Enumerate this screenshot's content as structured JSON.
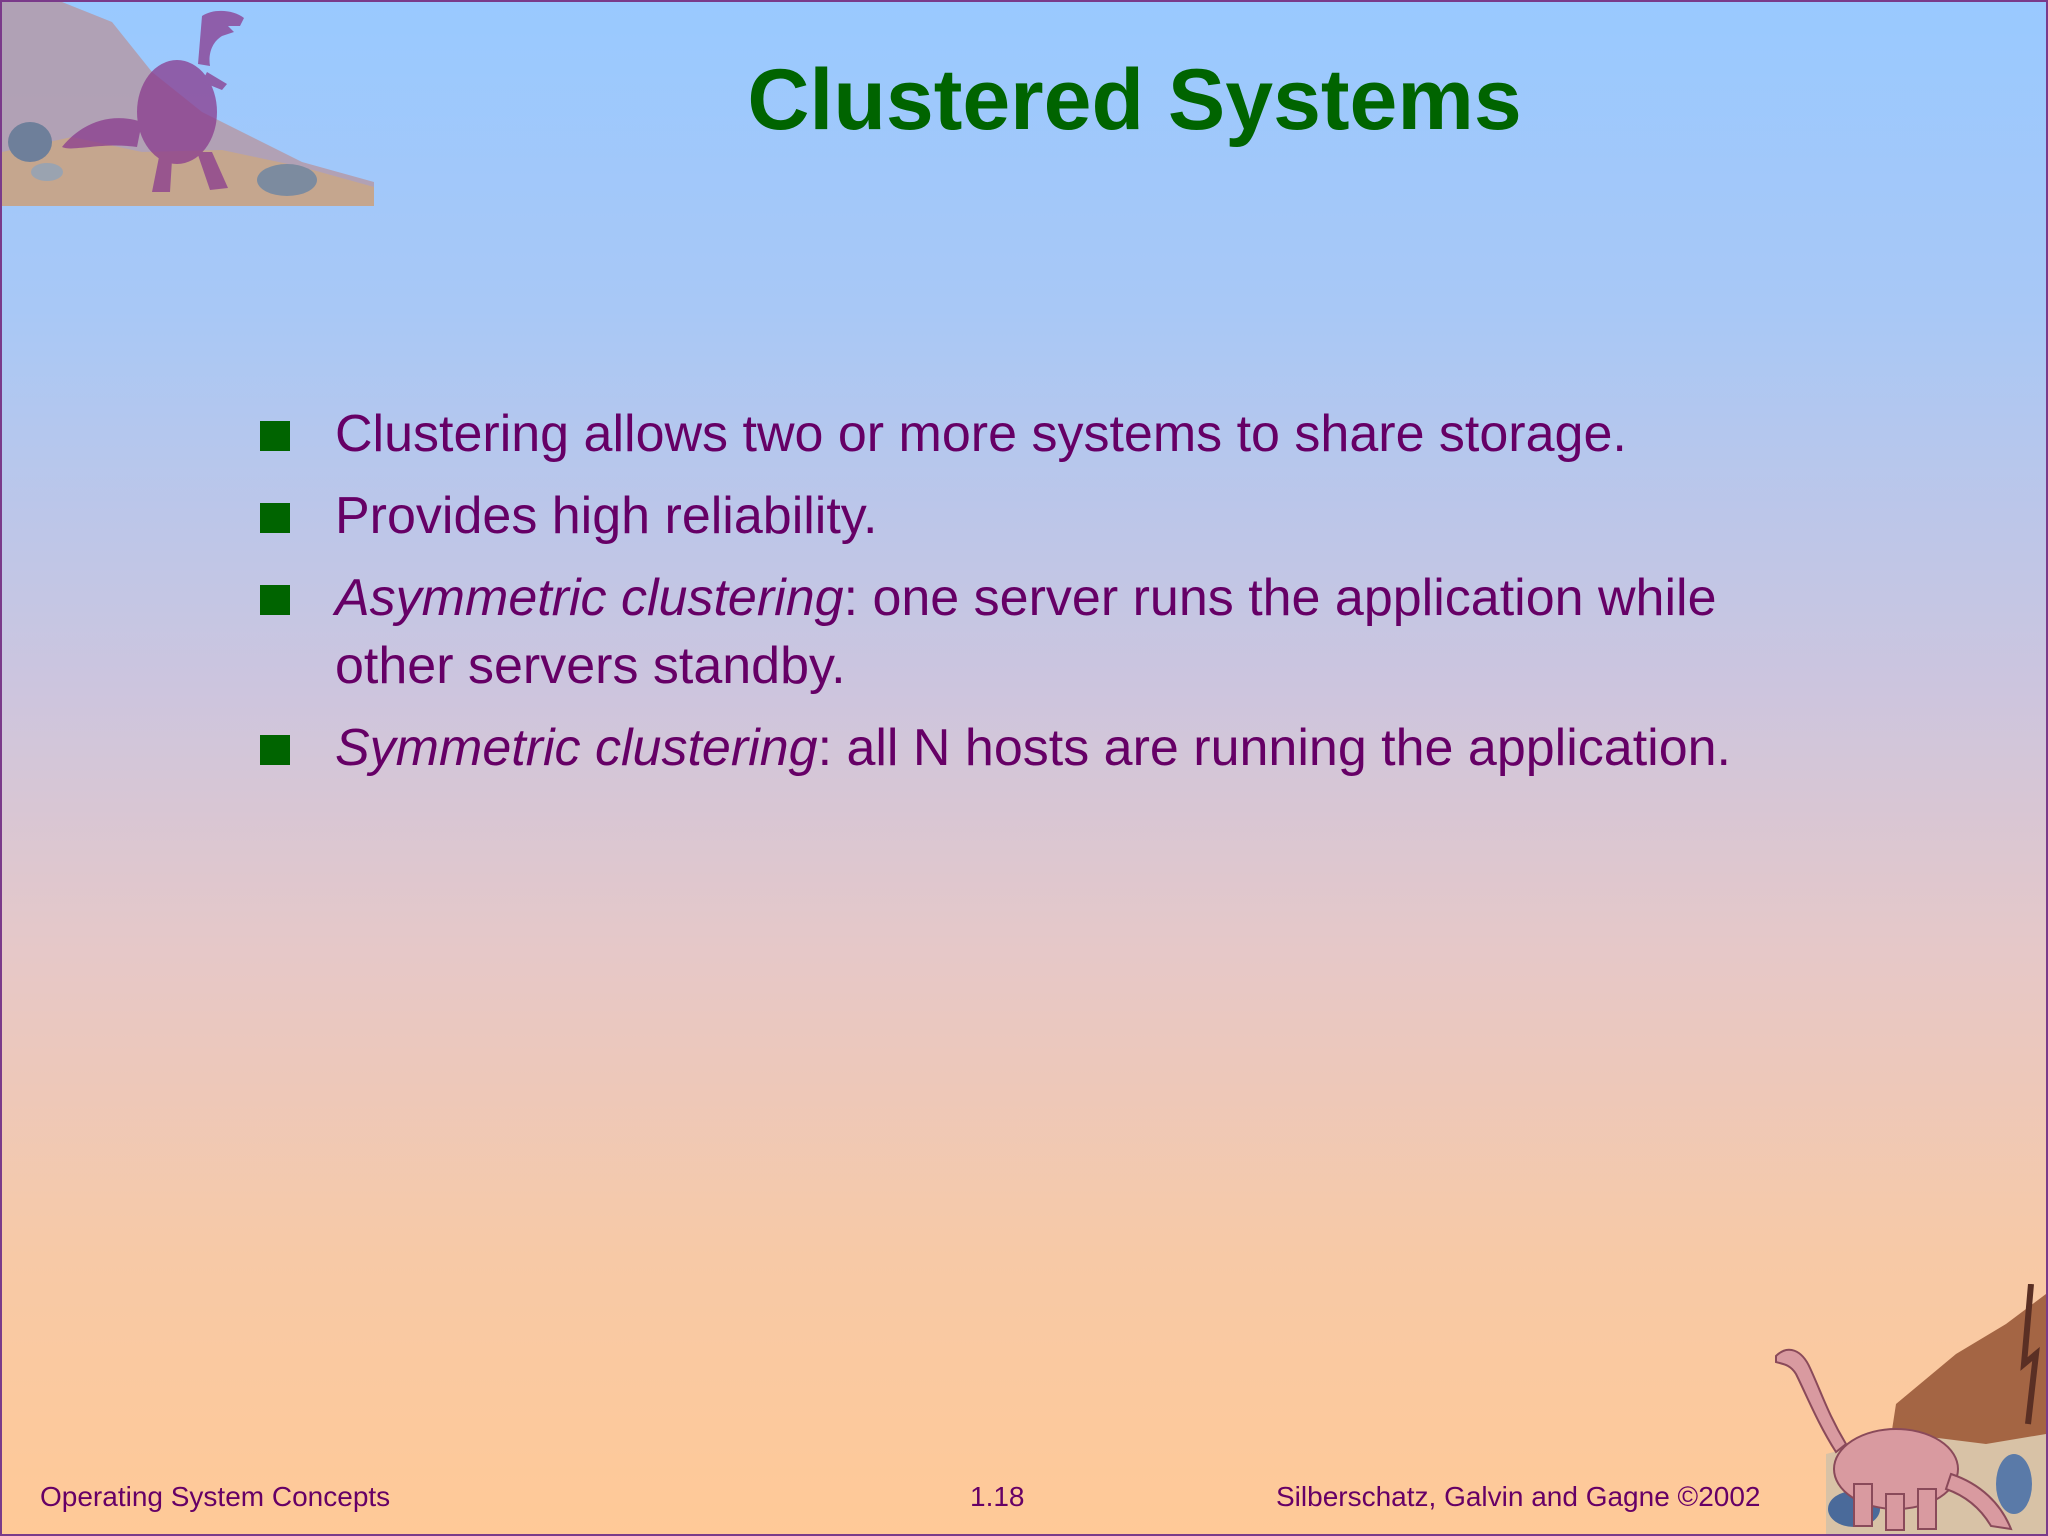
{
  "title": "Clustered Systems",
  "bullets": [
    {
      "lead_italic": "",
      "text": "Clustering allows two or more systems to share storage."
    },
    {
      "lead_italic": "",
      "text": "Provides high reliability."
    },
    {
      "lead_italic": "Asymmetric clustering",
      "text": ": one server runs the application while other servers standby."
    },
    {
      "lead_italic": "Symmetric clustering",
      "text": ": all N hosts are running the application."
    }
  ],
  "footer": {
    "left": "Operating System Concepts",
    "center": "1.18",
    "right": "Silberschatz, Galvin and  Gagne ©2002"
  },
  "colors": {
    "title": "#006400",
    "body_text": "#660066",
    "bullet": "#006400",
    "border": "#7a3a8a"
  },
  "icons": {
    "top_left": "trex-dinosaur-icon",
    "bottom_right": "brontosaurus-dinosaur-icon",
    "bullet": "square-bullet-icon"
  }
}
